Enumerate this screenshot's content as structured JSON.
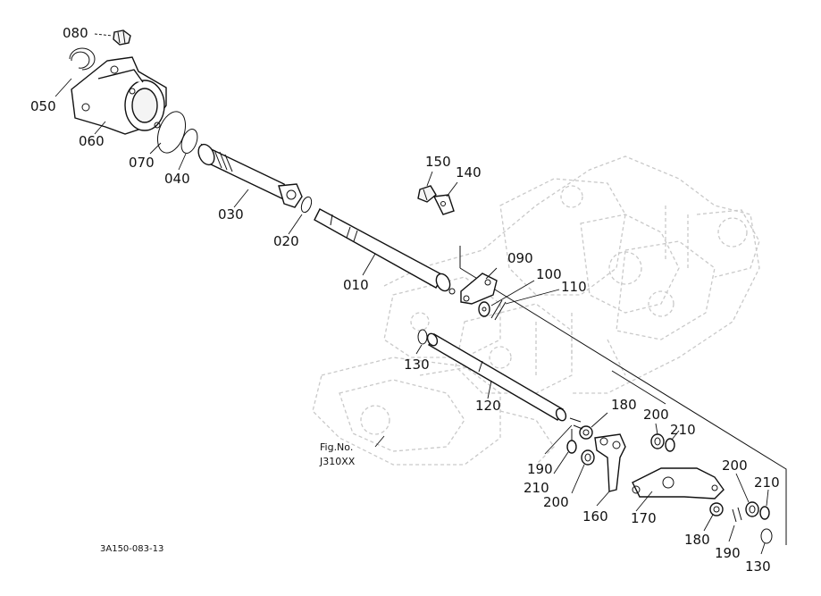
{
  "parts": {
    "p010": "010",
    "p020": "020",
    "p030": "030",
    "p040": "040",
    "p050": "050",
    "p060": "060",
    "p070": "070",
    "p080": "080",
    "p090": "090",
    "p100": "100",
    "p110": "110",
    "p120": "120",
    "p130a": "130",
    "p130b": "130",
    "p140": "140",
    "p150": "150",
    "p160": "160",
    "p170": "170",
    "p180a": "180",
    "p180b": "180",
    "p190a": "190",
    "p190b": "190",
    "p200a": "200",
    "p200b": "200",
    "p200c": "200",
    "p210a": "210",
    "p210b": "210",
    "p210c": "210"
  },
  "figure": {
    "fig_label": "Fig.No.",
    "fig_number": "J310XX",
    "drawing_code": "3A150-083-13"
  }
}
